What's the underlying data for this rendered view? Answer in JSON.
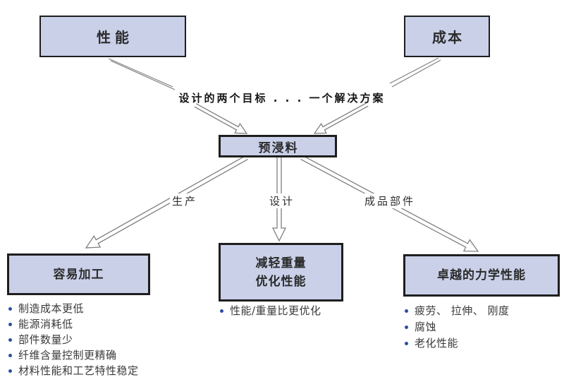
{
  "diagram": {
    "top_boxes": [
      {
        "id": "performance",
        "label": "性能"
      },
      {
        "id": "cost",
        "label": "成本"
      }
    ],
    "goal_caption": "设计的两个目标 . . . 一个解决方案",
    "center_box": {
      "label": "预浸料"
    },
    "branch_labels": [
      {
        "id": "production",
        "label": "生产"
      },
      {
        "id": "design",
        "label": "设计"
      },
      {
        "id": "finished-parts",
        "label": "成品部件"
      }
    ],
    "bottom_groups": [
      {
        "title_lines": [
          "容易加工"
        ],
        "bullets": [
          "制造成本更低",
          "能源消耗低",
          "部件数量少",
          "纤维含量控制更精确",
          "材料性能和工艺特性稳定"
        ]
      },
      {
        "title_lines": [
          "减轻重量",
          "优化性能"
        ],
        "bullets": [
          "性能/重量比更优化"
        ]
      },
      {
        "title_lines": [
          "卓越的力学性能"
        ],
        "bullets": [
          "疲劳、 拉伸、 刚度",
          "腐蚀",
          "老化性能"
        ]
      }
    ],
    "colors": {
      "box_fill": "#c9d0e8",
      "box_border": "#1e1e1e",
      "arrow_stroke": "#7f7f7f",
      "bullet_dot": "#2a52a0",
      "goal_text": "#141414",
      "body_text": "#3a3a3a"
    }
  }
}
